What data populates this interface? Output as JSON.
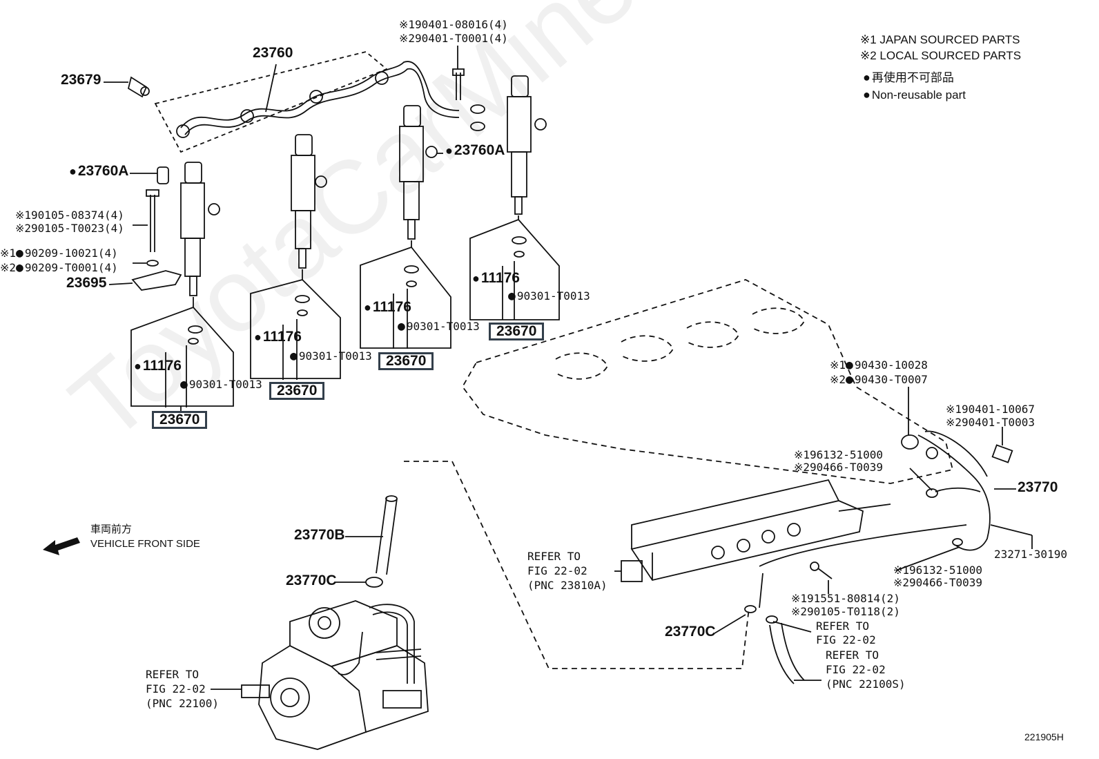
{
  "legend": {
    "line1": "※1 JAPAN SOURCED PARTS",
    "line2": "※2 LOCAL SOURCED PARTS",
    "line3": "再使用不可部品",
    "line4": "Non-reusable part"
  },
  "labels": {
    "p23760": "23760",
    "p23679": "23679",
    "p23760a_top": "23760A",
    "p23760a_left": "23760A",
    "bolt_top_1": "※190401-08016(4)",
    "bolt_top_2": "※290401-T0001(4)",
    "bolt_left_1": "※190105-08374(4)",
    "bolt_left_2": "※290105-T0023(4)",
    "washer_1": "90209-10021(4)",
    "washer_1_prefix": "※1",
    "washer_2": "90209-T0001(4)",
    "washer_2_prefix": "※2",
    "p23695": "23695",
    "p11176": "11176",
    "p90301": "90301-T0013",
    "p23670": "23670",
    "gasket_1": "90430-10028",
    "gasket_1_prefix": "※1",
    "gasket_2": "90430-T0007",
    "gasket_2_prefix": "※2",
    "union_1": "※190401-10067",
    "union_2": "※290401-T0003",
    "clip_1a": "※196132-51000",
    "clip_1b": "※290466-T0039",
    "p23770": "23770",
    "p23271": "23271-30190",
    "clip_2a": "※196132-51000",
    "clip_2b": "※290466-T0039",
    "bolt_rail_1": "※191551-80814(2)",
    "bolt_rail_2": "※290105-T0118(2)",
    "p23770b": "23770B",
    "p23770c_a": "23770C",
    "p23770c_b": "23770C",
    "front_jp": "車両前方",
    "front_en": "VEHICLE FRONT SIDE",
    "ref_rail_1": "REFER TO",
    "ref_rail_2": "FIG 22-02",
    "ref_rail_3": "(PNC 23810A)",
    "ref_pump_1": "REFER TO",
    "ref_pump_2": "FIG 22-02",
    "ref_pump_3": "(PNC 22100)",
    "ref_hose_1": "REFER TO",
    "ref_hose_2": "FIG 22-02",
    "ref_hose2_1": "REFER TO",
    "ref_hose2_2": "FIG 22-02",
    "ref_hose2_3": "(PNC 22100S)",
    "figure_id": "221905H"
  },
  "watermark": "ToyotaCarMine.ru",
  "colors": {
    "line": "#111111",
    "box_border": "#333f4b"
  }
}
